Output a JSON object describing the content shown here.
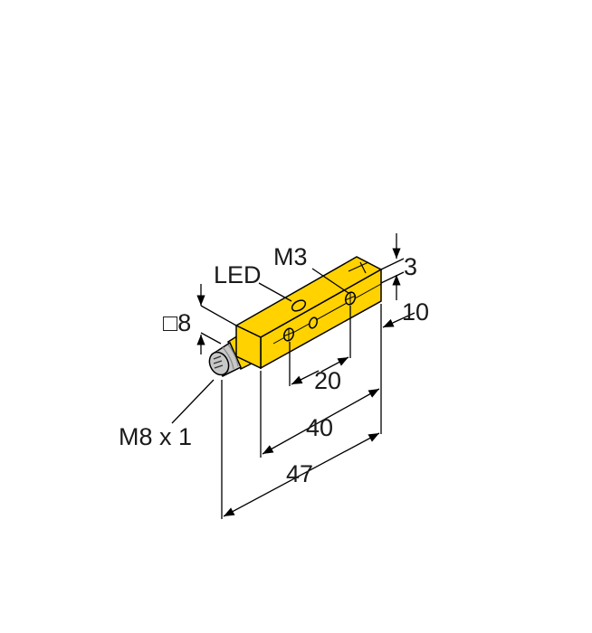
{
  "colors": {
    "housing": "#FFD200",
    "connector": "#C8C8C8",
    "line": "#000000"
  },
  "labels": {
    "led": "LED",
    "thread_hole": "M3",
    "dim_top_offset": "3",
    "dim_width": "10",
    "dim_square": "□8",
    "dim_hole_spacing": "20",
    "dim_body_length": "40",
    "dim_total_length": "47",
    "connector_thread": "M8 x 1"
  }
}
